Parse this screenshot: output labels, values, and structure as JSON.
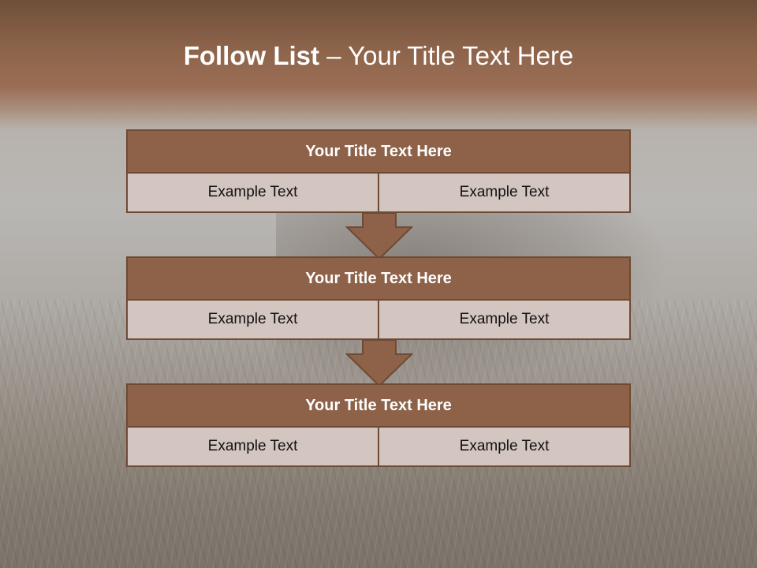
{
  "slide": {
    "title_bold": "Follow List",
    "title_rest": " – Your Title Text Here",
    "blocks": [
      {
        "title": "Your Title Text Here",
        "left": "Example Text",
        "right": "Example Text"
      },
      {
        "title": "Your Title Text Here",
        "left": "Example Text",
        "right": "Example Text"
      },
      {
        "title": "Your Title Text Here",
        "left": "Example Text",
        "right": "Example Text"
      }
    ]
  },
  "colors": {
    "header_fill": "#8e6249",
    "border": "#6e4a35",
    "row_fill": "#d3c5bf",
    "title_text": "#ffffff"
  }
}
